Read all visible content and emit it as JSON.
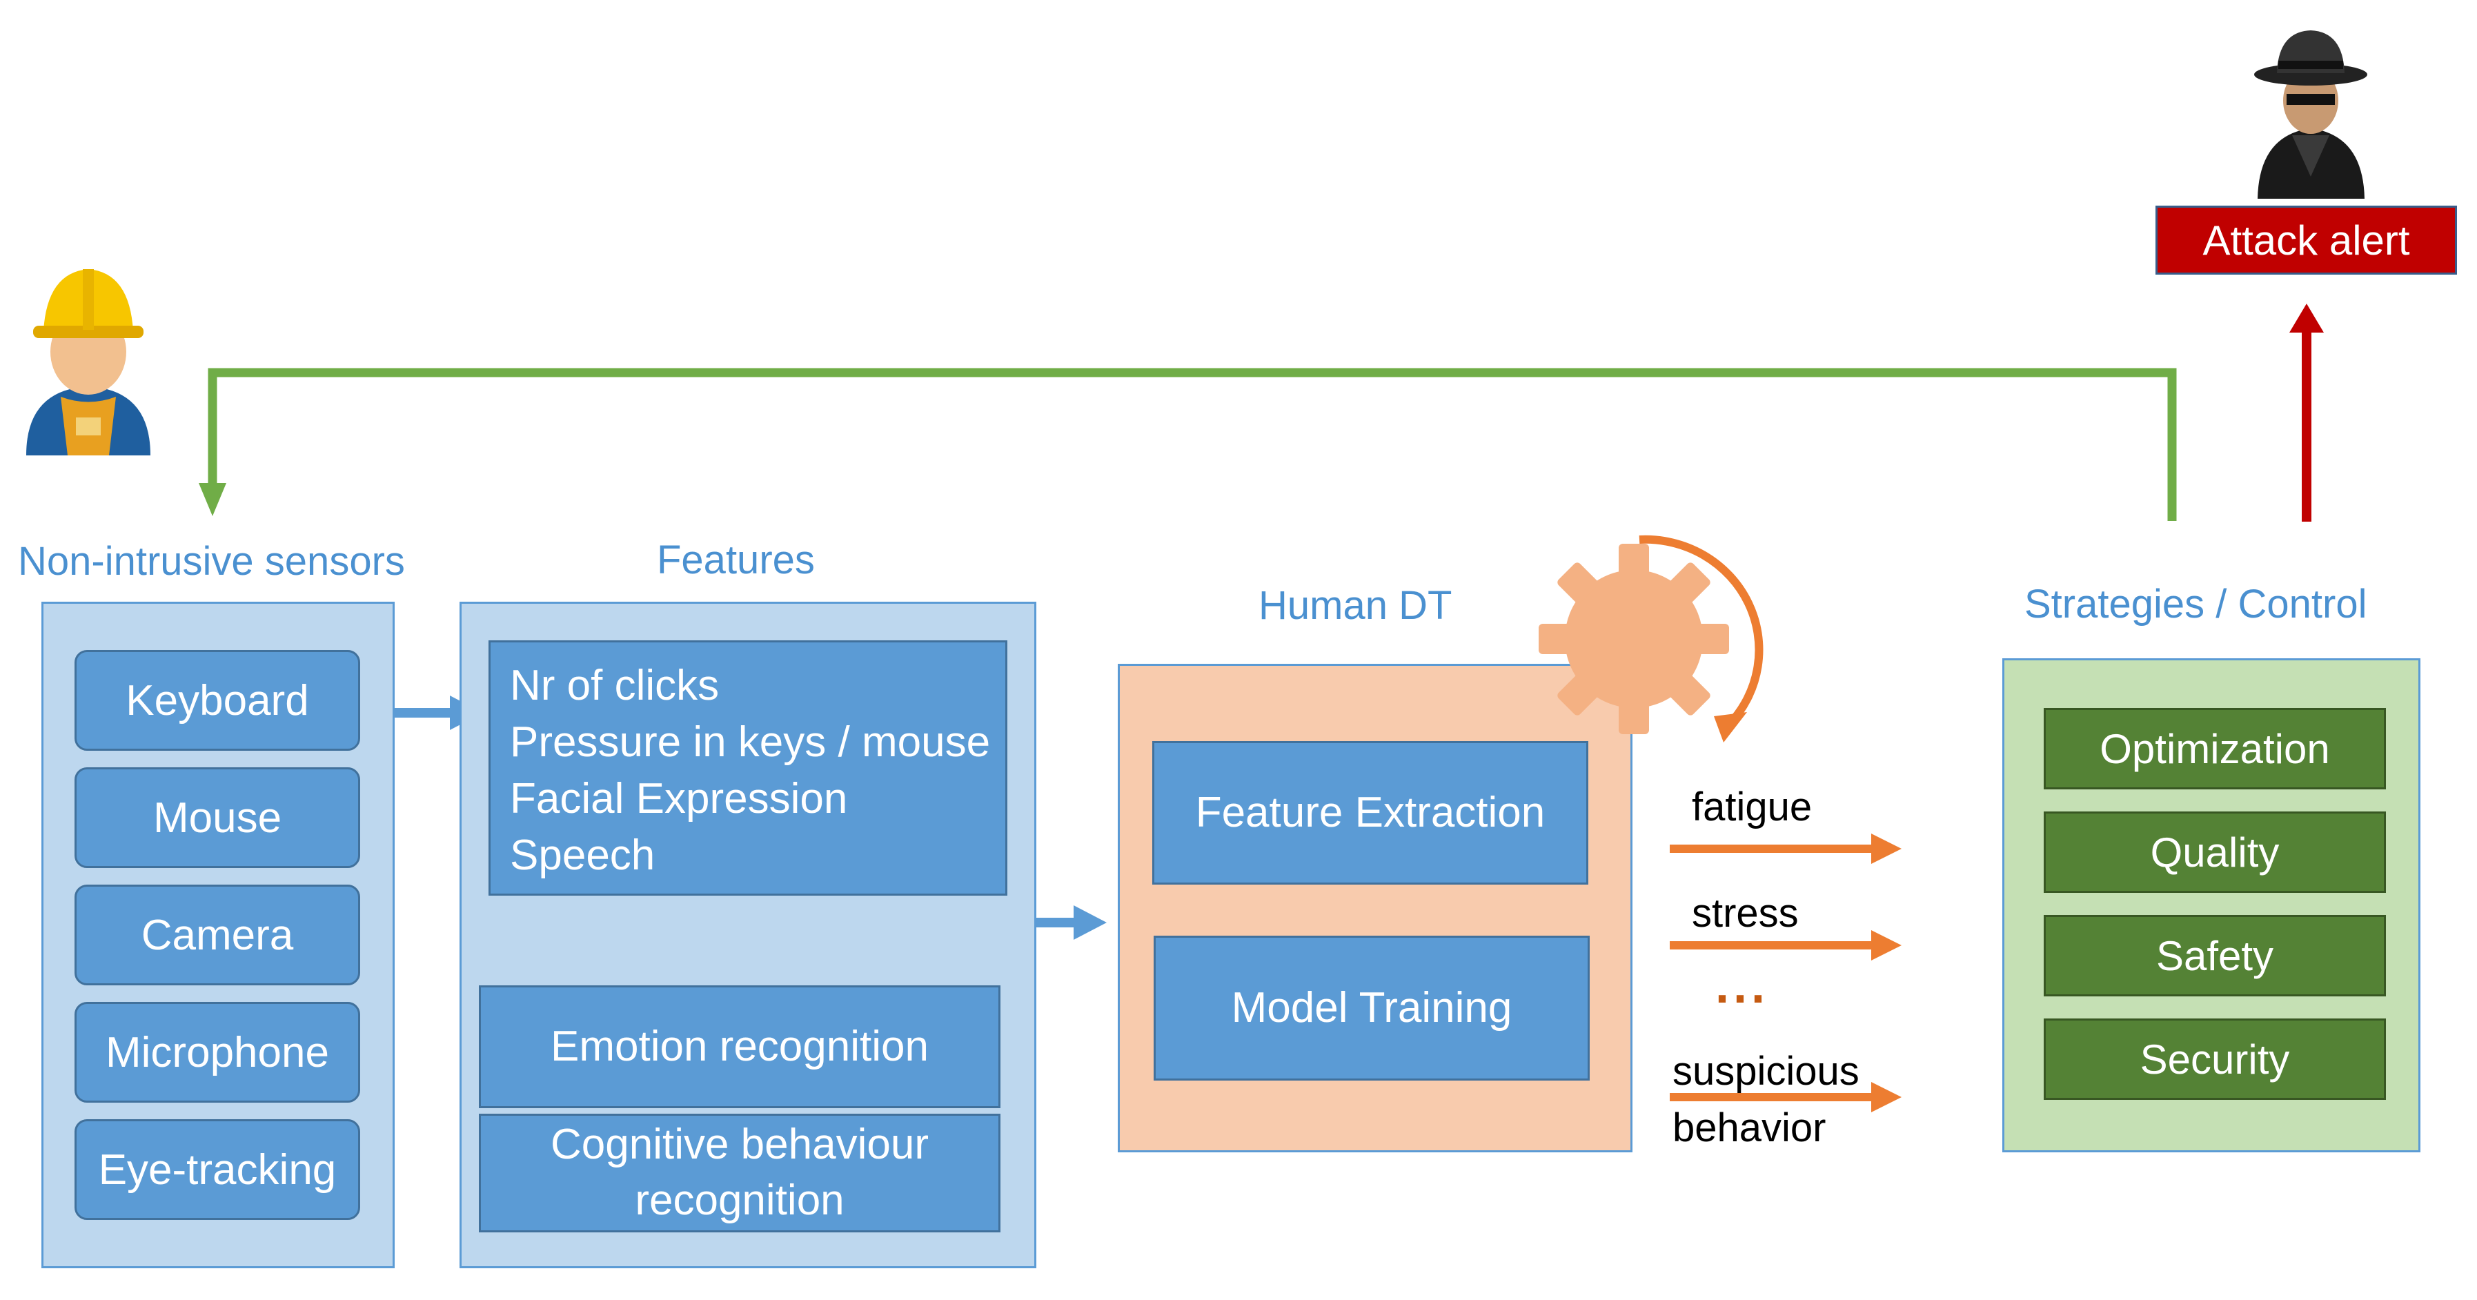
{
  "sensors": {
    "title": "Non-intrusive sensors",
    "items": [
      "Keyboard",
      "Mouse",
      "Camera",
      "Microphone",
      "Eye-tracking"
    ]
  },
  "features": {
    "title": "Features",
    "list": [
      "Nr of clicks",
      "Pressure in keys / mouse",
      "Facial Expression",
      "Speech"
    ],
    "emotion": "Emotion recognition",
    "cognitive_line1": "Cognitive behaviour",
    "cognitive_line2": "recognition"
  },
  "human_dt": {
    "title": "Human DT",
    "feature_extraction": "Feature Extraction",
    "model_training": "Model Training"
  },
  "outputs": {
    "fatigue": "fatigue",
    "stress": "stress",
    "ellipsis": "...",
    "suspicious_line1": "suspicious",
    "suspicious_line2": "behavior"
  },
  "strategies": {
    "title": "Strategies / Control",
    "items": [
      "Optimization",
      "Quality",
      "Safety",
      "Security"
    ]
  },
  "alert": {
    "label": "Attack alert"
  },
  "colors": {
    "feedback_line": "#70ad47",
    "alert_arrow": "#c00000",
    "flow_arrow": "#5b9bd5",
    "output_arrow": "#ed7d31",
    "gear": "#f4b183"
  },
  "icons": [
    "worker-icon",
    "attacker-icon",
    "gear-icon"
  ]
}
